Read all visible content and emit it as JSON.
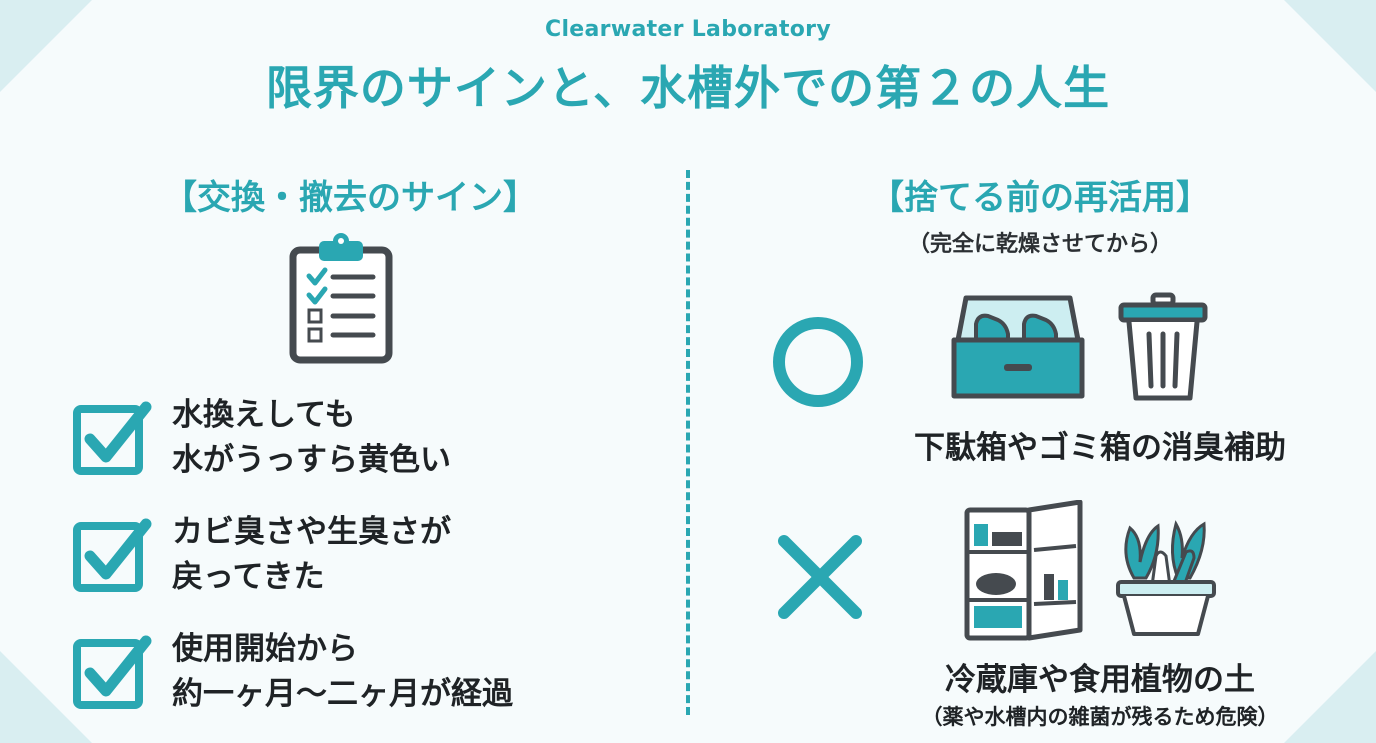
{
  "brand": "Clearwater Laboratory",
  "title": "限界のサインと、水槽外での第２の人生",
  "left_section": {
    "heading": "【交換・撤去のサイン】",
    "icon": "clipboard-checklist-icon",
    "items": [
      {
        "icon": "checkbox-checked-icon",
        "line1": "水換えしても",
        "line2": "水がうっすら黄色い"
      },
      {
        "icon": "checkbox-checked-icon",
        "line1": "カビ臭さや生臭さが",
        "line2": "戻ってきた"
      },
      {
        "icon": "checkbox-checked-icon",
        "line1": "使用開始から",
        "line2": "約一ヶ月〜二ヶ月が経過"
      }
    ]
  },
  "right_section": {
    "heading": "【捨てる前の再活用】",
    "subheading": "（完全に乾燥させてから）",
    "ok": {
      "mark_icon": "circle-ok-icon",
      "icons": [
        "shoe-box-icon",
        "trash-can-icon"
      ],
      "label": "下駄箱やゴミ箱の消臭補助"
    },
    "ng": {
      "mark_icon": "cross-ng-icon",
      "icons": [
        "refrigerator-icon",
        "vegetable-planter-icon"
      ],
      "label": "冷蔵庫や食用植物の土",
      "note": "（薬や水槽内の雑菌が残るため危険）"
    }
  },
  "colors": {
    "accent": "#2aa7b2",
    "text": "#1f2326",
    "icon_gray": "#454a4f",
    "background": "#f6fbfc",
    "corner": "#d9eef1"
  }
}
